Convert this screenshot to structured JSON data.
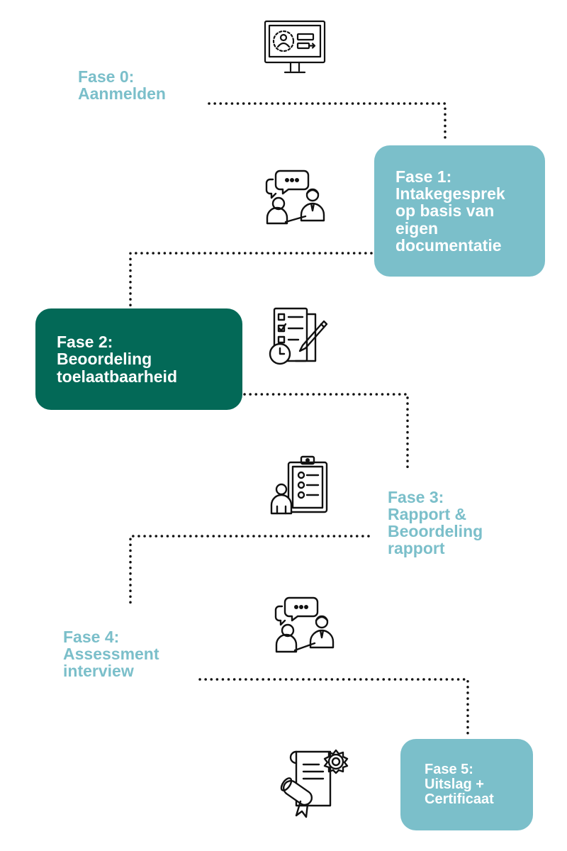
{
  "colors": {
    "teal_light": "#7bbfca",
    "green_dark": "#036957",
    "dots": "#111111",
    "white": "#ffffff"
  },
  "icons": [
    "computer-profile-icon",
    "consultation-chat-icon",
    "checklist-clock-icon",
    "clipboard-person-icon",
    "interview-chat-icon",
    "certificate-diploma-icon"
  ],
  "phases": [
    {
      "label": "Fase 0:\nAanmelden"
    },
    {
      "label": "Fase 1:\nIntakegesprek\nop basis van\neigen\ndocumentatie"
    },
    {
      "label": "Fase 2:\nBeoordeling\ntoelaatbaarheid"
    },
    {
      "label": "Fase 3:\nRapport &\nBeoordeling\nrapport"
    },
    {
      "label": "Fase 4:\nAssessment\ninterview"
    },
    {
      "label": "Fase 5:\nUitslag +\nCertificaat"
    }
  ]
}
